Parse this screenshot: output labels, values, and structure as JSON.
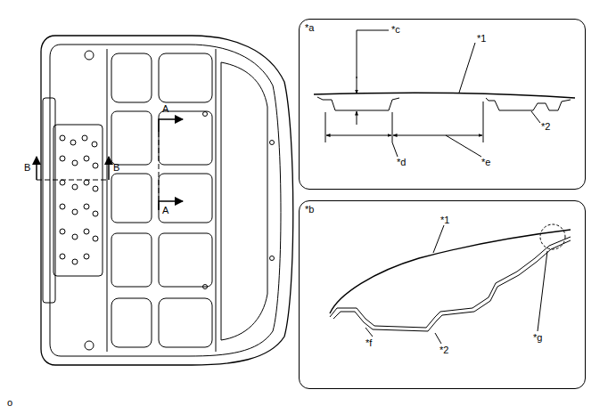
{
  "diagram": {
    "nodes": [
      {
        "text": [
          "*a"
        ]
      },
      {
        "text": [
          "*b"
        ]
      }
    ],
    "labels": [
      "A",
      "A",
      "B",
      "B",
      "*c",
      "*1",
      "*d",
      "*e",
      "*2",
      "*1",
      "*2",
      "*f",
      "*g",
      "o"
    ]
  }
}
